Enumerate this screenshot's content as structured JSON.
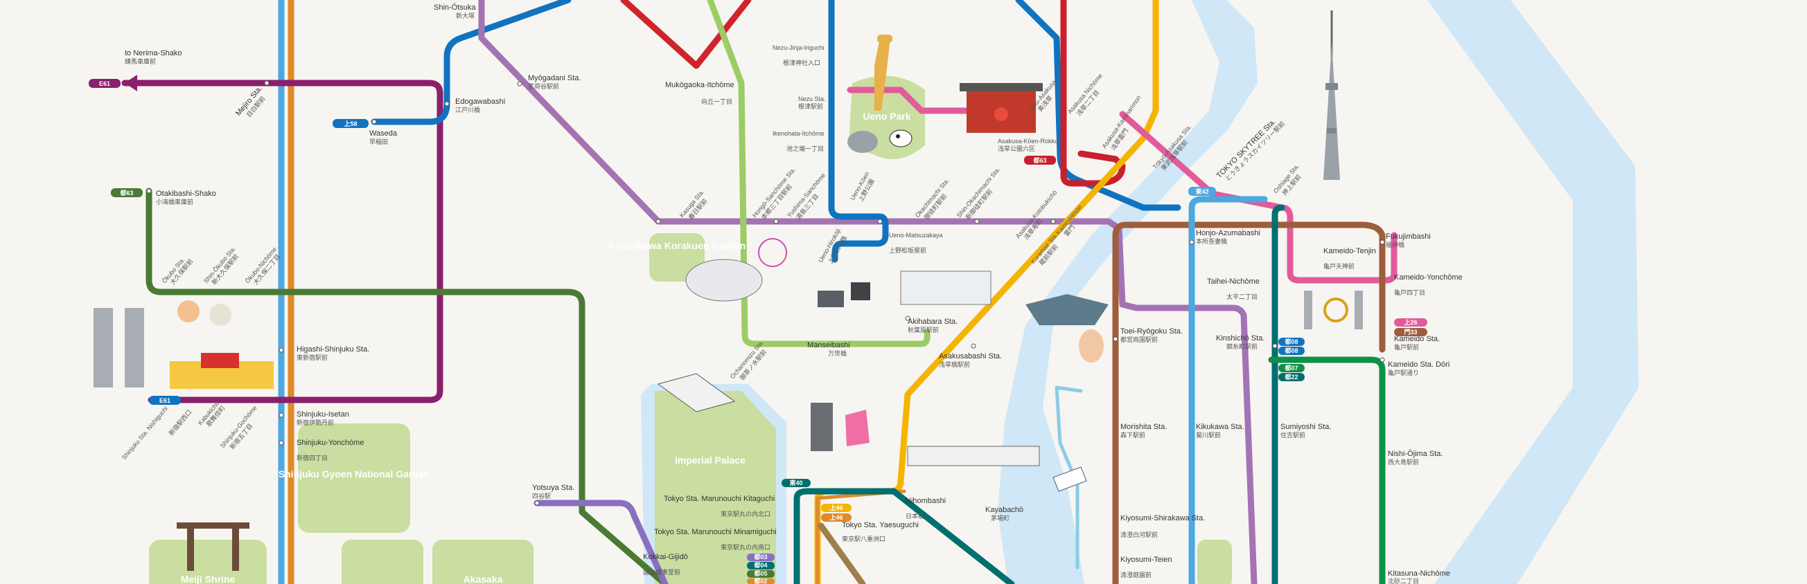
{
  "map": {
    "colors": {
      "background": "#f7f5f1",
      "river": "#cfe7f6",
      "park": "#c9dea0",
      "oedo": "#9b2f6f",
      "toden": "#3d7d3a",
      "fukutoshin": "#b07b3f",
      "yamanote_a": "#4ba8e0",
      "yamanote_b": "#e08a2a",
      "asakusa": "#e35a9b",
      "ginza": "#f4b400",
      "marunouchi": "#e2261c",
      "tozai": "#0b74c4",
      "hanzomon": "#9f7cc4",
      "tobu": "#d7232f",
      "shinjuku": "#0e9047",
      "namboku": "#006f6f",
      "chuo": "#a26cb0",
      "lightgreen": "#9ccc65"
    },
    "parks": [
      {
        "id": "ueno",
        "label": "Ueno Park"
      },
      {
        "id": "koishikawa",
        "label": "Koishikawa Korakuen Garden"
      },
      {
        "id": "imperial",
        "label": "Imperial Palace"
      },
      {
        "id": "gyoen",
        "label": "Shinjuku Gyoen National Garden"
      },
      {
        "id": "meiji",
        "label": "Meiji Shrine"
      },
      {
        "id": "akasaka",
        "label": "Akasaka"
      }
    ],
    "badges": [
      "E61",
      "上58",
      "都63",
      "E61",
      "東42",
      "都63",
      "上26",
      "門33",
      "都08",
      "都08",
      "都07",
      "都22",
      "上46",
      "上46",
      "都03",
      "都04",
      "都05",
      "都02",
      "東40"
    ],
    "stations": [
      {
        "name": "Shin-Ōtsuka",
        "jp": "新大塚"
      },
      {
        "name": "to Nerima-Shako",
        "jp": "練馬車庫前"
      },
      {
        "name": "Mejiro Sta.",
        "jp": "目白駅前"
      },
      {
        "name": "Edogawabashi",
        "jp": "江戸川橋"
      },
      {
        "name": "Myōgadani Sta.",
        "jp": "茗荷谷駅前"
      },
      {
        "name": "Waseda",
        "jp": "早稲田"
      },
      {
        "name": "Mukōgaoka-Itchōme",
        "jp": "向丘一丁目"
      },
      {
        "name": "Nezu-Jinja-Iriguchi",
        "jp": "根津神社入口"
      },
      {
        "name": "Nezu Sta.",
        "jp": "根津駅前"
      },
      {
        "name": "Ikenohata-Itchōme",
        "jp": "池之端一丁目"
      },
      {
        "name": "Otakibashi-Shako",
        "jp": "小滝橋車庫前"
      },
      {
        "name": "Kasuga Sta.",
        "jp": "春日駅前"
      },
      {
        "name": "Hongō-Sanchōme Sta.",
        "jp": "本郷三丁目駅前"
      },
      {
        "name": "Yushima-Sanchōme",
        "jp": "湯島三丁目"
      },
      {
        "name": "Ueno-Kōen",
        "jp": "上野公園"
      },
      {
        "name": "Ueno-Hirokōji",
        "jp": "上野広小路"
      },
      {
        "name": "Ueno-Matsuzakaya",
        "jp": "上野松坂屋前"
      },
      {
        "name": "Okachimachi Sta.",
        "jp": "御徒町駅前"
      },
      {
        "name": "Shin-Okachimachi Sta.",
        "jp": "新御徒町駅前"
      },
      {
        "name": "Asakusa-Kōen-Rokku",
        "jp": "浅草公園六区"
      },
      {
        "name": "Oku-Asakusa",
        "jp": "奥浅草"
      },
      {
        "name": "Asakusa Nichōme",
        "jp": "浅草二丁目"
      },
      {
        "name": "Asakusa-Kaminarimon",
        "jp": "浅草雷門"
      },
      {
        "name": "Ōkubo Sta.",
        "jp": "大久保駅前"
      },
      {
        "name": "Shin-Ōkubo Sta.",
        "jp": "新大久保駅前"
      },
      {
        "name": "Ōkubo-Nichōme",
        "jp": "大久保二丁目"
      },
      {
        "name": "Higashi-Shinjuku Sta.",
        "jp": "東新宿駅前"
      },
      {
        "name": "Akihabara Sta.",
        "jp": "秋葉原駅前"
      },
      {
        "name": "Manseibashi",
        "jp": "万世橋"
      },
      {
        "name": "Ochanomizu Sta.",
        "jp": "御茶ノ水駅前"
      },
      {
        "name": "Asakusabashi Sta.",
        "jp": "浅草橋駅前"
      },
      {
        "name": "Kuramae Sta.",
        "jp": "蔵前駅前"
      },
      {
        "name": "Asakusa-Kotobukichō",
        "jp": "浅草寿町"
      },
      {
        "name": "Kaminarimon",
        "jp": "雷門"
      },
      {
        "name": "Tōkyō-Asakusa Sta.",
        "jp": "東武浅草駅前"
      },
      {
        "name": "TOKYO SKYTREE Sta.",
        "jp": "とうきょうスカイツリー駅前"
      },
      {
        "name": "Oshiage Sta.",
        "jp": "押上駅前"
      },
      {
        "name": "Honjo-Azumabashi",
        "jp": "本所吾妻橋"
      },
      {
        "name": "Fukujimbashi",
        "jp": "福神橋"
      },
      {
        "name": "Kameido-Tenjin",
        "jp": "亀戸天神前"
      },
      {
        "name": "Kameido-Yonchōme",
        "jp": "亀戸四丁目"
      },
      {
        "name": "Taihei-Nichōme",
        "jp": "太平二丁目"
      },
      {
        "name": "Toei-Ryōgoku Sta.",
        "jp": "都営両国駅前"
      },
      {
        "name": "Kinshichō Sta.",
        "jp": "錦糸町駅前"
      },
      {
        "name": "Kameido Sta.",
        "jp": "亀戸駅前"
      },
      {
        "name": "Kameido Sta. Dōri",
        "jp": "亀戸駅通り"
      },
      {
        "name": "Shinjuku-Isetan",
        "jp": "新宿伊勢丹前"
      },
      {
        "name": "Shinjuku-Yonchōme",
        "jp": "新宿四丁目"
      },
      {
        "name": "Kabukichō",
        "jp": "歌舞伎町"
      },
      {
        "name": "Shinjuku Sta. Nishiguchi",
        "jp": "新宿駅西口"
      },
      {
        "name": "Shinjuku-Gochōme",
        "jp": "新宿五丁目"
      },
      {
        "name": "Morishita Sta.",
        "jp": "森下駅前"
      },
      {
        "name": "Kikukawa Sta.",
        "jp": "菊川駅前"
      },
      {
        "name": "Sumiyoshi Sta.",
        "jp": "住吉駅前"
      },
      {
        "name": "Nishi-Ōjima Sta.",
        "jp": "西大島駅前"
      },
      {
        "name": "Yotsuya Sta.",
        "jp": "四谷駅"
      },
      {
        "name": "Tokyo Sta. Marunouchi Kitaguchi",
        "jp": "東京駅丸の内北口"
      },
      {
        "name": "Tokyo Sta. Marunouchi Minamiguchi",
        "jp": "東京駅丸の内南口"
      },
      {
        "name": "Tokyo Sta. Yaesuguchi",
        "jp": "東京駅八重洲口"
      },
      {
        "name": "Nihombashi",
        "jp": "日本橋"
      },
      {
        "name": "Kayabachō",
        "jp": "茅場町"
      },
      {
        "name": "Kokkai-Gijidō",
        "jp": "国会議事堂前"
      },
      {
        "name": "Kiyosumi-Shirakawa Sta.",
        "jp": "清澄白河駅前"
      },
      {
        "name": "Kiyosumi-Teien",
        "jp": "清澄庭園前"
      },
      {
        "name": "Kitasuna-Nichōme",
        "jp": "北砂二丁目"
      }
    ]
  }
}
